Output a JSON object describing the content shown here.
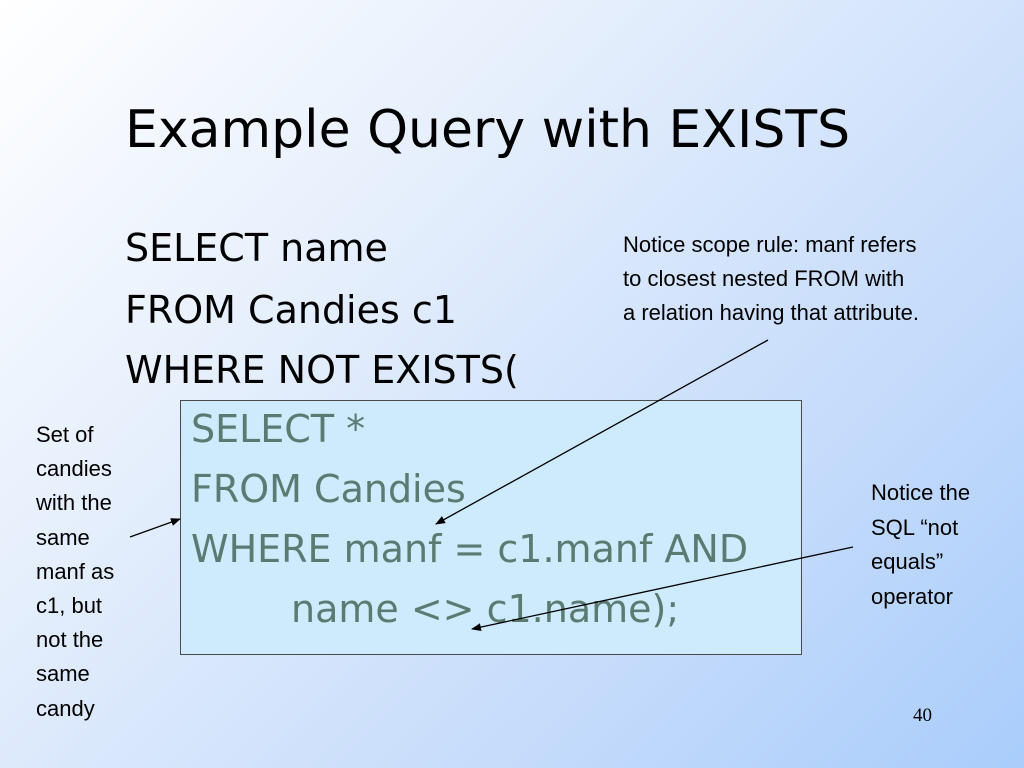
{
  "slide": {
    "title": "Example Query with EXISTS",
    "page_number": "40"
  },
  "query": {
    "outer_lines": [
      "SELECT name",
      "FROM Candies c1",
      "WHERE NOT EXISTS("
    ],
    "subquery_lines": [
      "SELECT *",
      "FROM Candies",
      "WHERE manf = c1.manf AND",
      "name <> c1.name);"
    ]
  },
  "annotations": {
    "scope_note": [
      "Notice scope rule: manf refers",
      "to closest nested FROM with",
      "a relation having that attribute."
    ],
    "not_equals_note": [
      "Notice the",
      "SQL “not",
      "equals”",
      "operator"
    ],
    "set_note": [
      "Set of",
      "candies",
      "with the",
      "same",
      "manf as",
      "c1, but",
      "not the",
      "same",
      "candy"
    ]
  }
}
